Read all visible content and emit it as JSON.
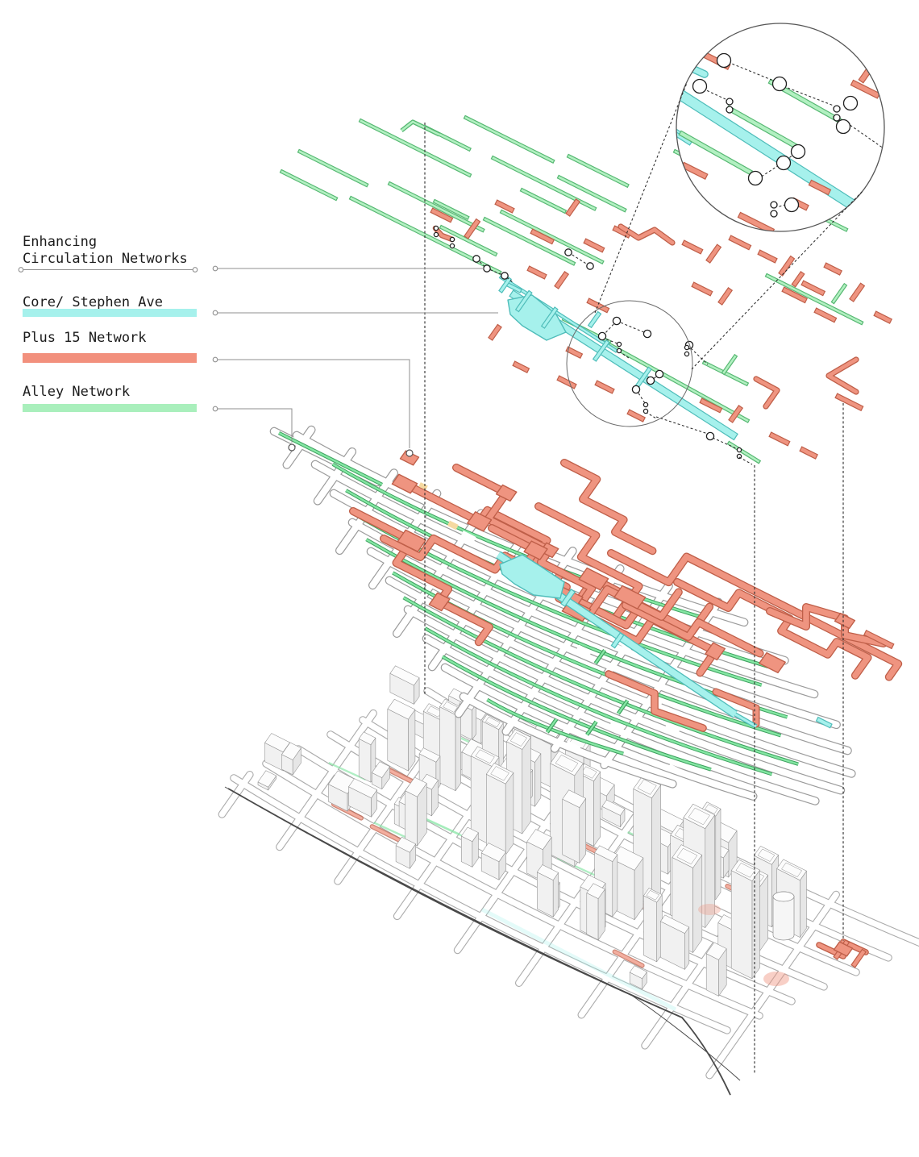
{
  "legend": {
    "title": {
      "line1": "Enhancing",
      "line2": "Circulation Networks"
    },
    "items": [
      {
        "id": "core",
        "label": "Core/ Stephen Ave",
        "color": "#a6f1ec"
      },
      {
        "id": "plus15",
        "label": "Plus 15 Network",
        "color": "#f2907d"
      },
      {
        "id": "alley",
        "label": "Alley Network",
        "color": "#a9efbc"
      }
    ]
  },
  "diagram": {
    "layers": [
      {
        "id": "network-abstract-layer",
        "description": "Exploded circulation network diagram with node connections and zoom callout"
      },
      {
        "id": "street-grid-layer",
        "description": "Downtown street grid with Plus 15, alley and core networks"
      },
      {
        "id": "city-massing-layer",
        "description": "Downtown Calgary building massing model with rail corridor"
      }
    ],
    "colors": {
      "core_fill": "#a6f1ec",
      "core_stroke": "#4fbdba",
      "plus15_fill": "#ef9480",
      "plus15_stroke": "#bf5f49",
      "alley_fill": "#b2f0c1",
      "alley_stroke": "#57b873",
      "alley_bright": "#84e6a3",
      "alley_bright_stroke": "#3da15e",
      "street_stroke": "#9b9b9b",
      "street_fill": "#ffffff",
      "leader": "#8f8f8f",
      "dash": "#2b2b2b",
      "node_stroke": "#1f1f1f",
      "building_stroke": "#8f8f8f",
      "building_top": "#fcfcfc",
      "building_left": "#f1f1f1",
      "building_right": "#e6e6e6",
      "rail": "#4a4a4a",
      "text": "#1c1c1c"
    }
  }
}
